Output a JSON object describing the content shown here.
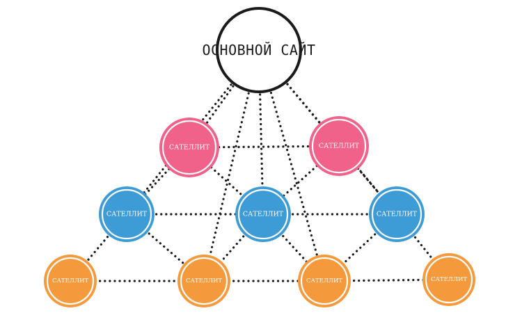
{
  "main_node": {
    "label": "ОСНОВНОЙ САЙТ"
  },
  "colors": {
    "pink": "#f0628a",
    "blue": "#3d9bd6",
    "orange": "#f59a3c",
    "main_outline": "#1a1a1a",
    "connector": "#1a1a1a"
  },
  "satellites": [
    {
      "id": "pink-left",
      "label": "САТЕЛЛИТ",
      "color": "pink"
    },
    {
      "id": "pink-right",
      "label": "САТЕЛЛИТ",
      "color": "pink"
    },
    {
      "id": "blue-left",
      "label": "САТЕЛЛИТ",
      "color": "blue"
    },
    {
      "id": "blue-center",
      "label": "САТЕЛЛИТ",
      "color": "blue"
    },
    {
      "id": "blue-right",
      "label": "САТЕЛЛИТ",
      "color": "blue"
    },
    {
      "id": "orange-1",
      "label": "САТЕЛЛИТ",
      "color": "orange"
    },
    {
      "id": "orange-2",
      "label": "САТЕЛЛИТ",
      "color": "orange"
    },
    {
      "id": "orange-3",
      "label": "САТЕЛЛИТ",
      "color": "orange"
    },
    {
      "id": "orange-4",
      "label": "САТЕЛЛИТ",
      "color": "orange"
    }
  ],
  "connections": [
    [
      "main",
      "pink-left"
    ],
    [
      "main",
      "pink-right"
    ],
    [
      "main",
      "blue-center"
    ],
    [
      "main",
      "blue-left"
    ],
    [
      "main",
      "blue-right"
    ],
    [
      "main",
      "orange-2"
    ],
    [
      "main",
      "orange-3"
    ],
    [
      "pink-left",
      "pink-right"
    ],
    [
      "pink-left",
      "blue-left"
    ],
    [
      "pink-left",
      "blue-center"
    ],
    [
      "pink-right",
      "blue-center"
    ],
    [
      "pink-right",
      "blue-right"
    ],
    [
      "blue-left",
      "blue-center"
    ],
    [
      "blue-center",
      "blue-right"
    ],
    [
      "blue-left",
      "orange-1"
    ],
    [
      "blue-left",
      "orange-2"
    ],
    [
      "blue-center",
      "orange-2"
    ],
    [
      "blue-center",
      "orange-3"
    ],
    [
      "blue-right",
      "orange-3"
    ],
    [
      "blue-right",
      "orange-4"
    ],
    [
      "orange-1",
      "orange-2"
    ],
    [
      "orange-2",
      "orange-3"
    ],
    [
      "orange-3",
      "orange-4"
    ]
  ]
}
